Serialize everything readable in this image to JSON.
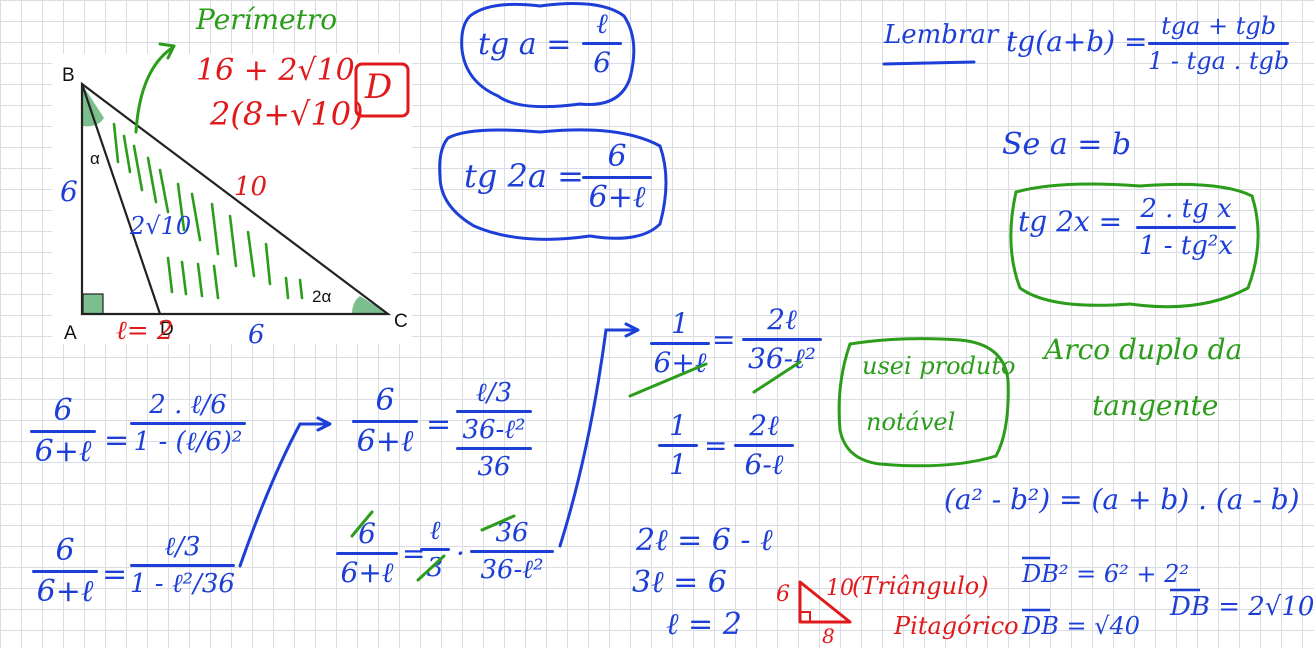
{
  "colors": {
    "blue": "#1d3fd8",
    "green": "#2b9d1a",
    "red": "#e0191b",
    "fill": "#7bbf8e"
  },
  "figure": {
    "vertices": {
      "a": "A",
      "b": "B",
      "c": "C",
      "d": "D"
    },
    "angle_alpha": "α",
    "angle_2alpha": "2α",
    "side_ab": "6",
    "side_bc": "10",
    "side_bd": "2√10",
    "side_ad": "ℓ= 2",
    "side_dc": "6"
  },
  "perimeter": {
    "title": "Perímetro",
    "line1": "16 + 2√10",
    "line2": "2(8+√10)",
    "answer": "D"
  },
  "tan_a": {
    "lhs": "tg a =",
    "num": "ℓ",
    "den": "6"
  },
  "tan_2a": {
    "lhs": "tg 2a =",
    "num": "6",
    "den": "6+ℓ"
  },
  "remember": {
    "label": "Lembrar :",
    "lhs": "tg(a+b) =",
    "num": "tga + tgb",
    "den": "1 - tga . tgb",
    "if_line": "Se a = b",
    "double_lhs": "tg 2x =",
    "double_num": "2 . tg x",
    "double_den": "1 - tg²x",
    "caption1": "Arco duplo da",
    "caption2": "tangente"
  },
  "step1": {
    "lnum": "6",
    "lden": "6+ℓ",
    "rnum": "2 . ℓ/6",
    "rden": "1 - (ℓ/6)²"
  },
  "step2": {
    "lnum": "6",
    "lden": "6+ℓ",
    "rnum": "ℓ/3",
    "rden": "1 - ℓ²/36"
  },
  "step3": {
    "lnum": "6",
    "lden": "6+ℓ",
    "rnum": "ℓ/3",
    "rden_top": "36-ℓ²",
    "rden_bot": "36"
  },
  "step4": {
    "lnum": "6",
    "lden": "6+ℓ",
    "eq": "=",
    "mid_num": "ℓ",
    "mid_den": "3",
    "dot": "·",
    "r_num": "36",
    "r_den": "36-ℓ²"
  },
  "step5": {
    "lnum": "1",
    "lden": "6+ℓ",
    "rnum": "2ℓ",
    "rden": "36-ℓ²"
  },
  "note": {
    "line1": "usei produto",
    "line2": "notável"
  },
  "identity": "(a² - b²) = (a + b) . (a - b)",
  "step6": {
    "lnum": "1",
    "lden": "1",
    "rnum": "2ℓ",
    "rden": "6-ℓ"
  },
  "solve": {
    "l1": "2ℓ = 6 - ℓ",
    "l2": "3ℓ = 6",
    "l3": "ℓ = 2"
  },
  "pyth": {
    "s6": "6",
    "s10": "10",
    "s8": "8",
    "text1": "(Triângulo)",
    "text2": "Pitagórico",
    "db1": "DB² = 6² + 2²",
    "db2": "DB = √40",
    "db3": "DB = 2√10"
  }
}
